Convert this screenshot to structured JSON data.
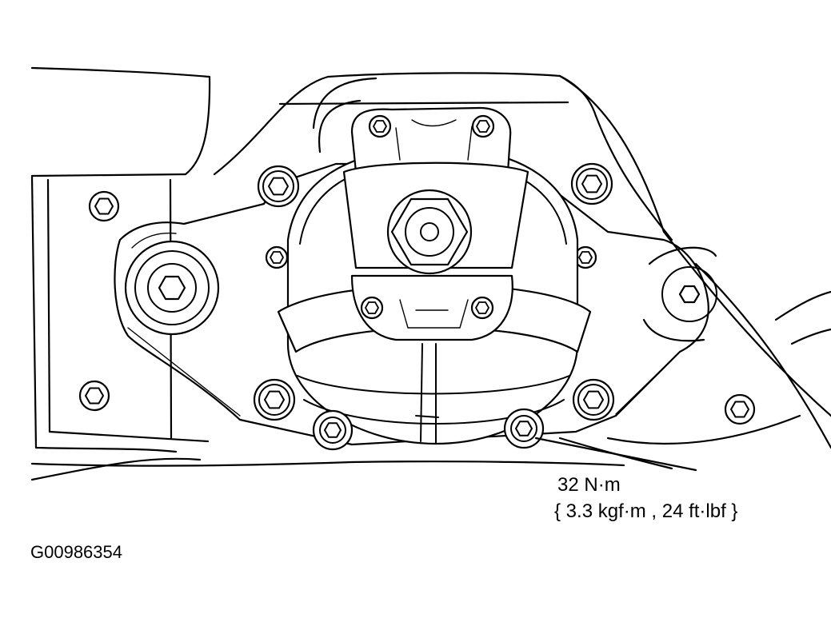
{
  "callout": {
    "torque_metric": "32 N·m",
    "torque_other": "{ 3.3 kgf·m , 24 ft·lbf }"
  },
  "figure_id": "G00986354"
}
